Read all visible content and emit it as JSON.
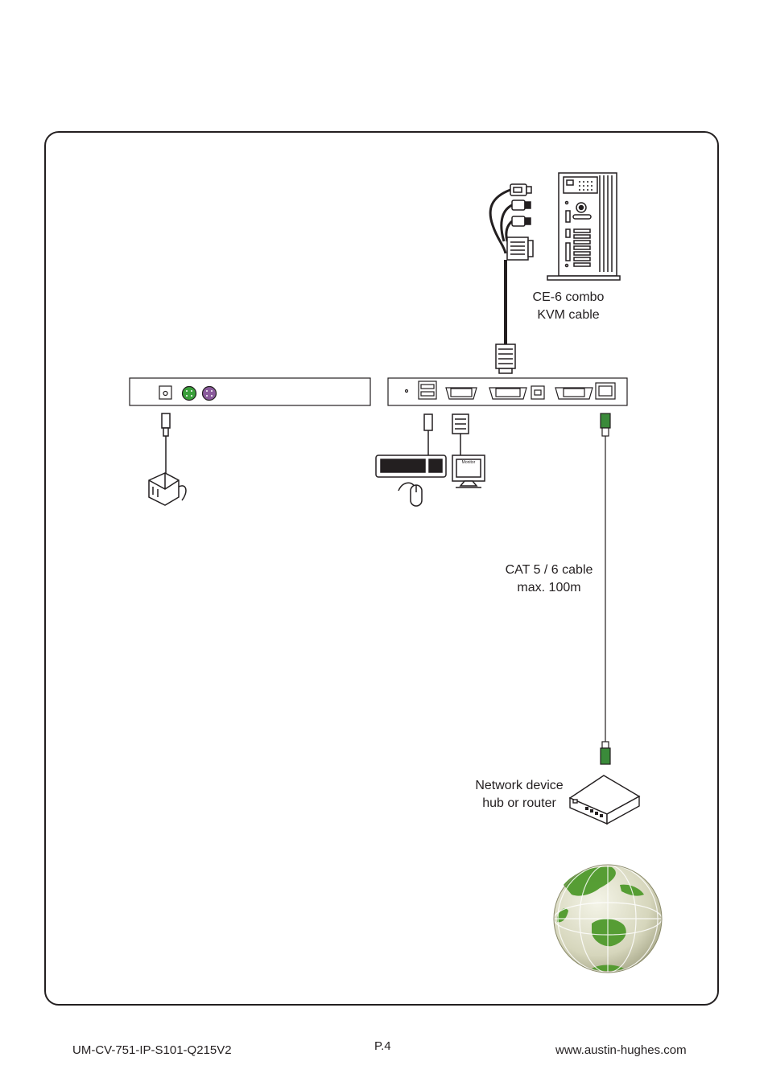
{
  "labels": {
    "kvm_cable": [
      "CE-6 combo",
      "KVM cable"
    ],
    "cat_cable": [
      "CAT 5 / 6 cable",
      "max. 100m"
    ],
    "network": [
      "Network device",
      "hub or router"
    ],
    "monitor": "Monitor"
  },
  "footer": {
    "doc_id": "UM-CV-751-IP-S101-Q215V2",
    "page": "P.4",
    "website": "www.austin-hughes.com"
  },
  "icons": [
    "computer-tower-icon",
    "kvm-cable-icon",
    "power-adapter-icon",
    "keyboard-icon",
    "mouse-icon",
    "monitor-icon",
    "network-router-icon",
    "globe-icon"
  ],
  "colors": {
    "ps2_green": "#3aa03a",
    "ps2_purple": "#8a5a9c",
    "rj45_green": "#3a8a3a",
    "globe_green": "#4f9a2c"
  }
}
